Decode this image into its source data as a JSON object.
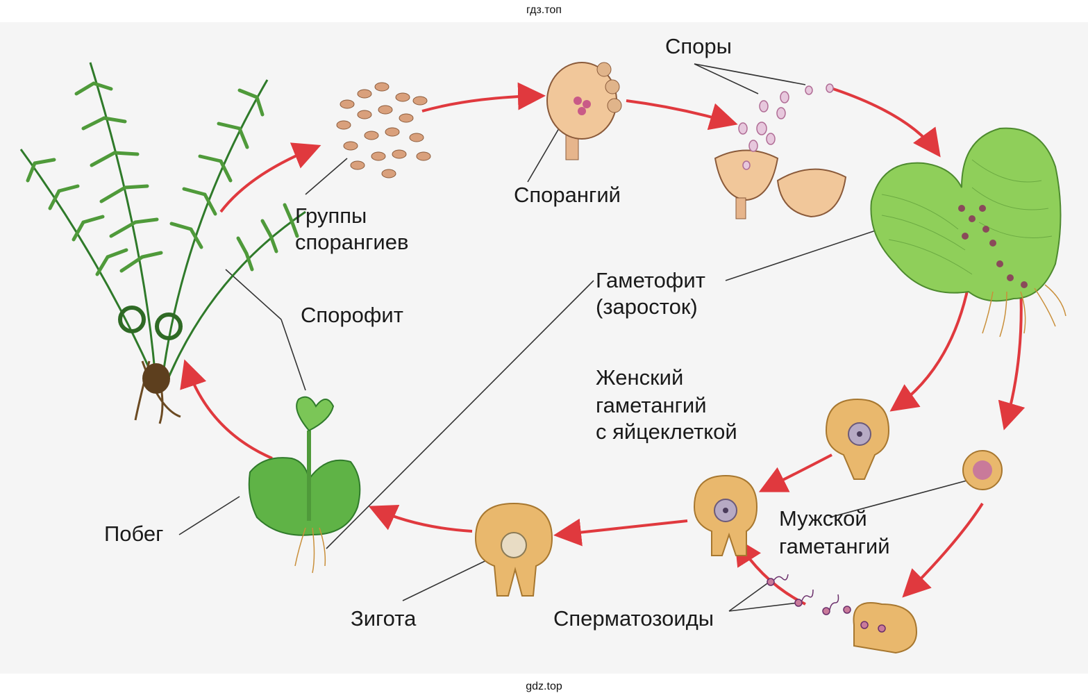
{
  "watermark": {
    "top": "гдз.топ",
    "bottom": "gdz.top"
  },
  "labels": {
    "spores": "Споры",
    "sporangium": "Спорангий",
    "sporangia_groups_1": "Группы",
    "sporangia_groups_2": "спорангиев",
    "sporophyte": "Спорофит",
    "gametophyte_1": "Гаметофит",
    "gametophyte_2": "(заросток)",
    "female_1": "Женский",
    "female_2": "гаметангий",
    "female_3": "с яйцеклеткой",
    "male_1": "Мужской",
    "male_2": "гаметангий",
    "shoot": "Побег",
    "zygote": "Зигота",
    "sperm": "Сперматозоиды"
  },
  "colors": {
    "arrow": "#e0393e",
    "fern_green": "#4f9a3a",
    "prothallus": "#8fcf5a",
    "cell": "#e9b86d",
    "cell_border": "#a7772f",
    "egg": "#b7aac4",
    "sporangium": "#f1c79a"
  }
}
